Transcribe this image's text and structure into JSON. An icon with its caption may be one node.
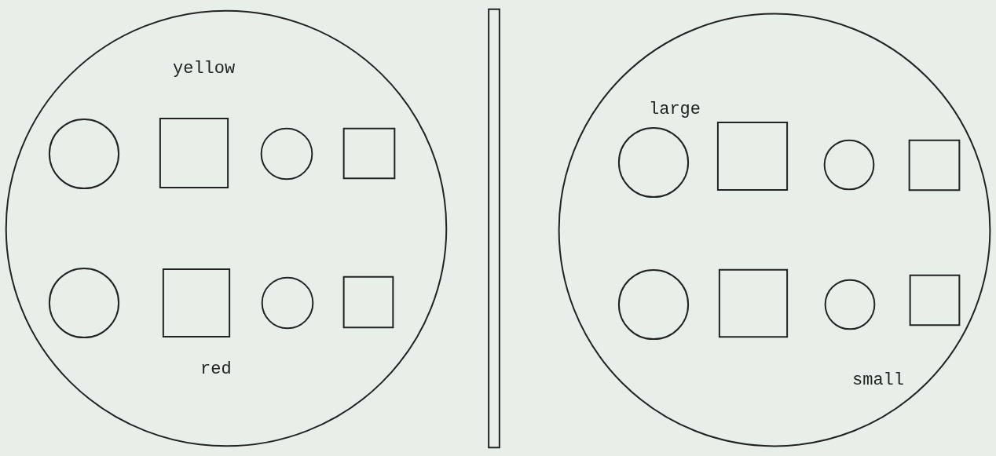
{
  "diagram": {
    "nodes": [
      {
        "text": [
          "yellow",
          "red"
        ]
      },
      {
        "text": [],
        "shape": "circle",
        "in": 0
      },
      {
        "text": [],
        "shape": "box",
        "in": 0
      },
      {
        "text": [],
        "shape": "circle",
        "in": 0
      },
      {
        "text": [],
        "shape": "box",
        "in": 0
      },
      {
        "text": [],
        "shape": "circle",
        "in": 0
      },
      {
        "text": [],
        "shape": "box",
        "in": 0
      },
      {
        "text": [],
        "shape": "circle",
        "in": 0
      },
      {
        "text": [],
        "shape": "box",
        "in": 0
      },
      {
        "text": [],
        "shape": "bar"
      },
      {
        "text": [
          "large",
          "small"
        ]
      },
      {
        "text": [],
        "shape": "circle",
        "in": 10
      },
      {
        "text": [],
        "shape": "box",
        "in": 10
      },
      {
        "text": [],
        "shape": "circle",
        "in": 10
      },
      {
        "text": [],
        "shape": "box",
        "in": 10
      },
      {
        "text": [],
        "shape": "circle",
        "in": 10
      },
      {
        "text": [],
        "shape": "box",
        "in": 10
      },
      {
        "text": [],
        "shape": "circle",
        "in": 10
      },
      {
        "text": [],
        "shape": "box",
        "in": 10
      }
    ],
    "edges": []
  }
}
